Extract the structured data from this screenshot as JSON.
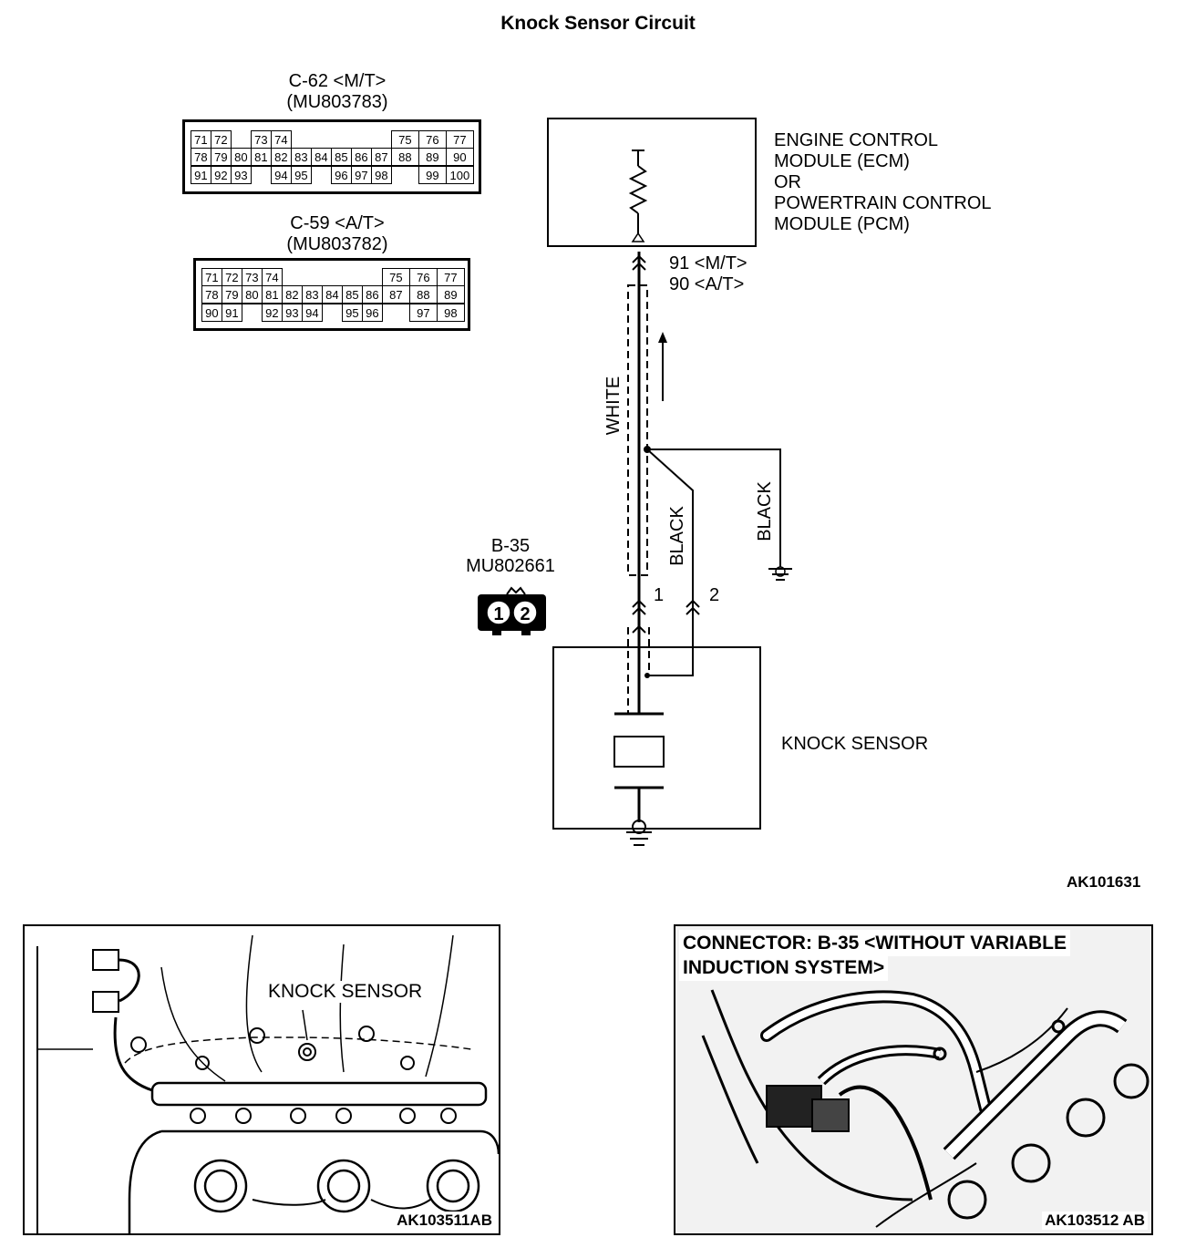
{
  "title": "Knock Sensor Circuit",
  "connector_c62": {
    "name": "C-62 <M/T>",
    "part": "(MU803783)",
    "rows": [
      [
        "71",
        "72",
        "",
        "73",
        "74",
        "",
        "",
        "",
        "",
        "",
        "75",
        "76",
        "77"
      ],
      [
        "78",
        "79",
        "80",
        "81",
        "82",
        "83",
        "84",
        "85",
        "86",
        "87",
        "88",
        "89",
        "90"
      ],
      [
        "91",
        "92",
        "93",
        "",
        "94",
        "95",
        "",
        "96",
        "97",
        "98",
        "",
        "99",
        "100"
      ]
    ]
  },
  "connector_c59": {
    "name": "C-59 <A/T>",
    "part": "(MU803782)",
    "rows": [
      [
        "71",
        "72",
        "73",
        "74",
        "",
        "",
        "",
        "",
        "",
        "75",
        "76",
        "77"
      ],
      [
        "78",
        "79",
        "80",
        "81",
        "82",
        "83",
        "84",
        "85",
        "86",
        "87",
        "88",
        "89"
      ],
      [
        "90",
        "91",
        "",
        "92",
        "93",
        "94",
        "",
        "95",
        "96",
        "",
        "97",
        "98"
      ]
    ]
  },
  "ecm": {
    "line1": "ENGINE CONTROL",
    "line2": "MODULE (ECM)",
    "line3": "OR",
    "line4": "POWERTRAIN CONTROL",
    "line5": "MODULE (PCM)"
  },
  "ecm_pins": {
    "mt": "91 <M/T>",
    "at": "90 <A/T>"
  },
  "wires": {
    "white": "WHITE",
    "black_1": "BLACK",
    "black_2": "BLACK",
    "pin_1": "1",
    "pin_2": "2"
  },
  "connector_b35": {
    "name": "B-35",
    "part": "MU802661",
    "pin_a": "1",
    "pin_b": "2"
  },
  "knock_sensor": {
    "label": "KNOCK SENSOR"
  },
  "figure_codes": {
    "circuit": "AK101631",
    "photo_left": "AK103511AB",
    "photo_right": "AK103512 AB"
  },
  "photo_left": {
    "caption": "KNOCK SENSOR"
  },
  "photo_right": {
    "caption_line1": "CONNECTOR: B-35 <WITHOUT VARIABLE",
    "caption_line2": "INDUCTION SYSTEM>"
  }
}
